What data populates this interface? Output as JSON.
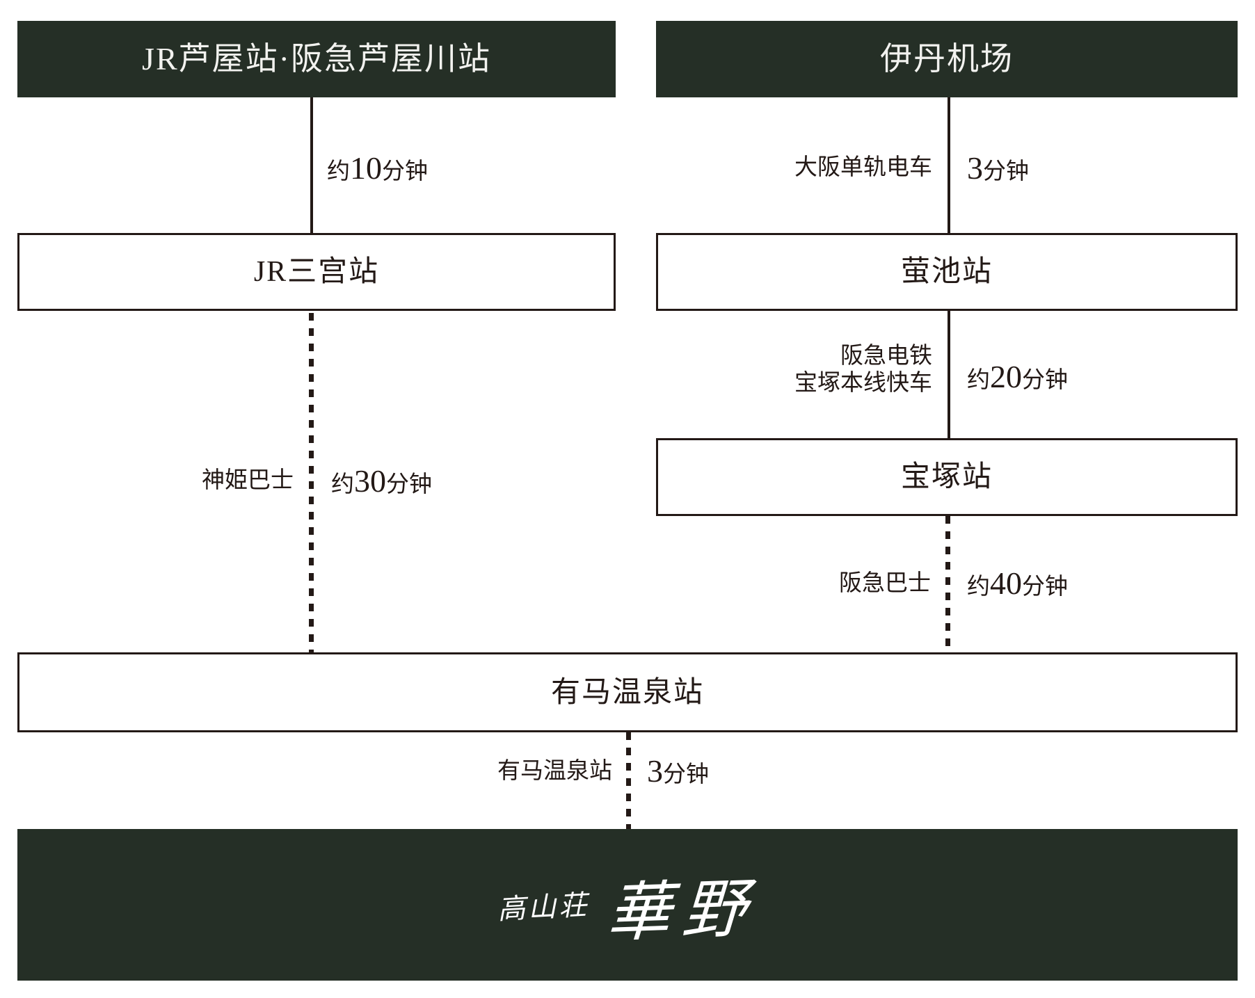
{
  "diagram": {
    "type": "transit-access-flow",
    "background_color": "#ffffff",
    "dark_color": "#252f26",
    "line_color": "#231916"
  },
  "nodes": {
    "jr_ashiya": {
      "label": "JR芦屋站·阪急芦屋川站",
      "style": "dark"
    },
    "itami_airport": {
      "label": "伊丹机场",
      "style": "dark"
    },
    "jr_sannomiya": {
      "label": "JR三宫站",
      "style": "open"
    },
    "hotarugaike": {
      "label": "萤池站",
      "style": "open"
    },
    "takarazuka": {
      "label": "宝塚站",
      "style": "open"
    },
    "arima_onsen": {
      "label": "有马温泉站",
      "style": "open"
    },
    "hanano": {
      "label": "高山荘 華野",
      "style": "dark",
      "logo_small": "高山荘",
      "logo_big": "華野"
    }
  },
  "connectors": {
    "ashiya_to_sannomiya": {
      "mode": "",
      "time": "约10分钟",
      "time_num": "10",
      "time_prefix": "约",
      "time_suffix": "分钟",
      "line": "solid"
    },
    "itami_to_hotarugaike": {
      "mode": "大阪单轨电车",
      "time": "3分钟",
      "time_num": "3",
      "time_prefix": "",
      "time_suffix": "分钟",
      "line": "solid"
    },
    "hotarugaike_to_takarazuka": {
      "mode_line1": "阪急电铁",
      "mode_line2": "宝塚本线快车",
      "time": "约20分钟",
      "time_num": "20",
      "time_prefix": "约",
      "time_suffix": "分钟",
      "line": "solid"
    },
    "sannomiya_to_arima": {
      "mode": "神姫巴士",
      "time": "约30分钟",
      "time_num": "30",
      "time_prefix": "约",
      "time_suffix": "分钟",
      "line": "dotted"
    },
    "takarazuka_to_arima": {
      "mode": "阪急巴士",
      "time": "约40分钟",
      "time_num": "40",
      "time_prefix": "约",
      "time_suffix": "分钟",
      "line": "dotted"
    },
    "arima_to_hanano": {
      "mode": "有马温泉站",
      "time": "3分钟",
      "time_num": "3",
      "time_prefix": "",
      "time_suffix": "分钟",
      "line": "dotted"
    }
  }
}
